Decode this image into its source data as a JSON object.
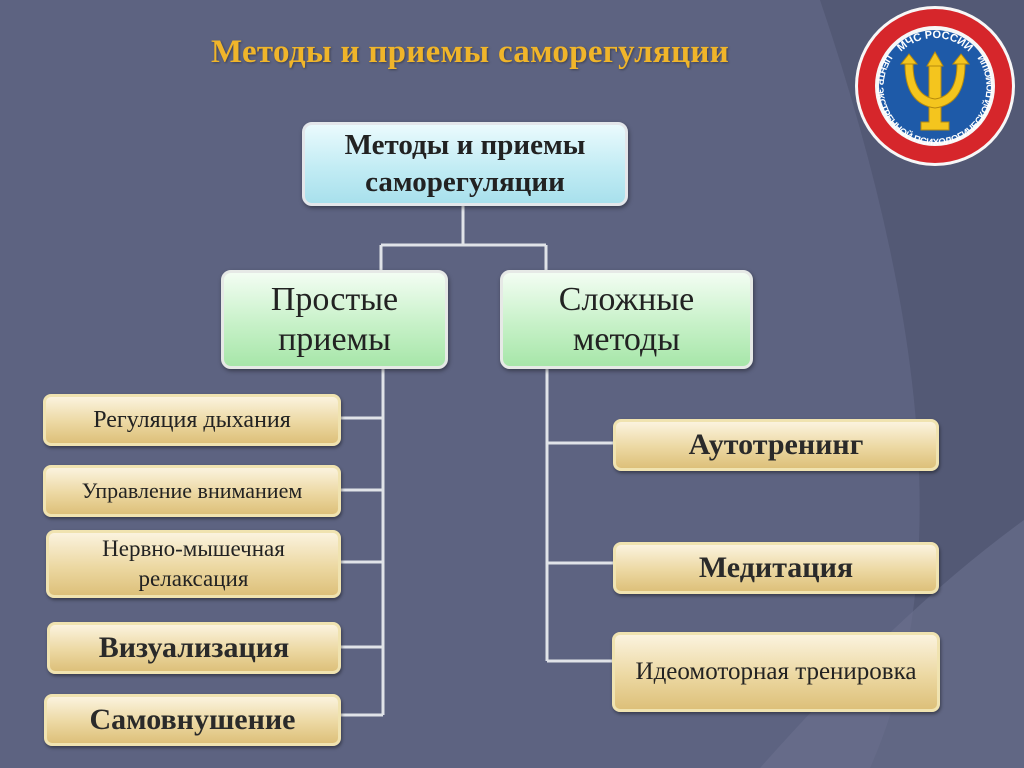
{
  "title": "Методы и приемы саморегуляции",
  "root": {
    "label": "Методы и приемы саморегуляции"
  },
  "branches": {
    "simple": {
      "label": "Простые приемы",
      "items": [
        "Регуляция дыхания",
        "Управление вниманием",
        "Нервно-мышечная релаксация",
        "Визуализация",
        "Самовнушение"
      ]
    },
    "complex": {
      "label": "Сложные методы",
      "items": [
        "Аутотренинг",
        "Медитация",
        "Идеомоторная тренировка"
      ]
    }
  },
  "logo": {
    "top_text": "МЧС РОССИИ",
    "ring_text": "ЦЕНТР ЭКСТРЕННОЙ ПСИХОЛОГИЧЕСКОЙ ПОМОЩИ",
    "symbol": "psi-trident-icon",
    "colors": {
      "ring": "#d6262b",
      "center": "#1e5aa8",
      "symbol": "#f4c51e"
    }
  },
  "colors": {
    "background": "#5d6381",
    "title": "#f0b52a",
    "connector": "#e0e3e8"
  }
}
